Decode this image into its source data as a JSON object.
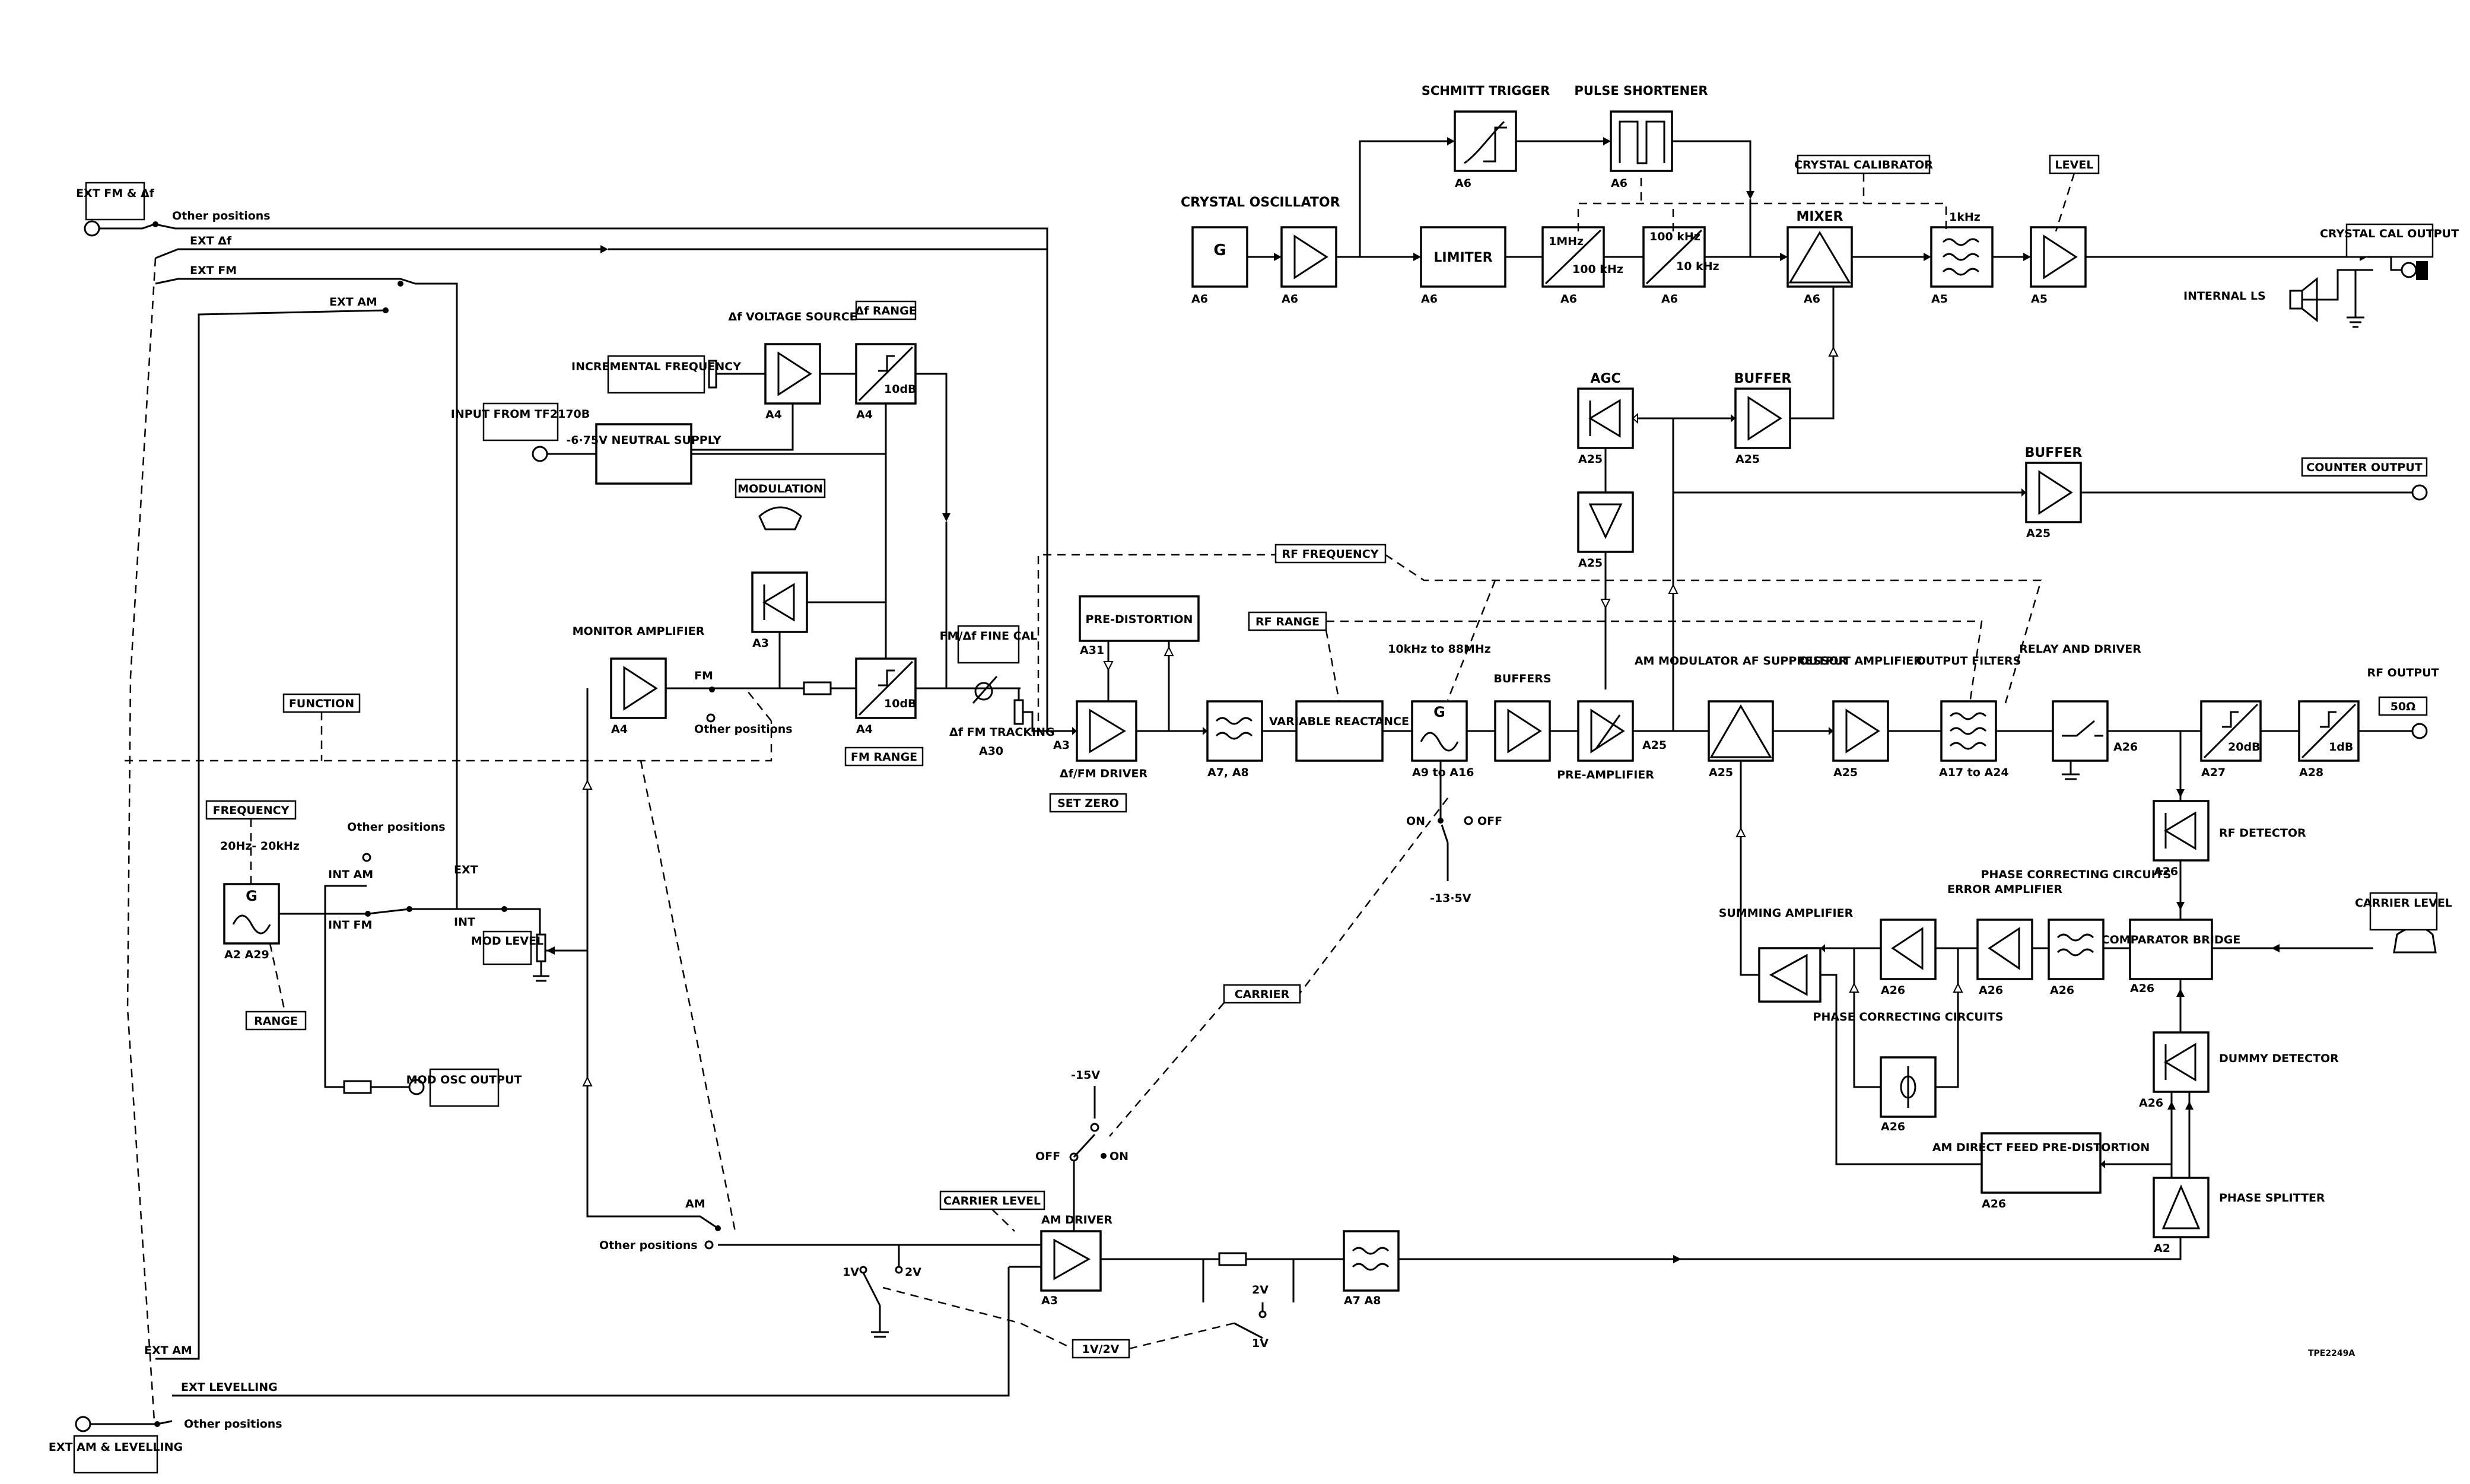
{
  "blocks": {
    "crystal_osc": {
      "title": "CRYSTAL OSCILLATOR",
      "glyph": "G",
      "ref": "A6"
    },
    "amp1": {
      "ref": "A6"
    },
    "limiter": {
      "title": "LIMITER",
      "ref": "A6"
    },
    "div1": {
      "top": "1MHz",
      "bottom": "100 kHz",
      "ref": "A6"
    },
    "div2": {
      "top": "100 kHz",
      "bottom": "10 kHz",
      "ref": "A6"
    },
    "mixer": {
      "title": "MIXER",
      "ref": "A6"
    },
    "schmitt": {
      "title": "SCHMITT TRIGGER",
      "ref": "A6"
    },
    "pulse": {
      "title": "PULSE SHORTENER",
      "ref": "A6"
    },
    "crystal_filter": {
      "title": "1kHz",
      "ref": "A5"
    },
    "level_amp": {
      "ref": "A5"
    },
    "agc": {
      "title": "AGC",
      "ref": "A25"
    },
    "buffer1": {
      "title": "BUFFER",
      "ref": "A25"
    },
    "buffer2": {
      "title": "BUFFER",
      "ref": "A25"
    },
    "agc_amp": {
      "ref": "A25"
    },
    "df_source": {
      "title": "Δf VOLTAGE SOURCE",
      "ref": "A4"
    },
    "df_range_att": {
      "title": "10dB",
      "ref": "A4"
    },
    "neutral": {
      "title": "-6·75V NEUTRAL SUPPLY"
    },
    "rectifier": {
      "ref": "A3"
    },
    "monitor": {
      "title": "MONITOR AMPLIFIER",
      "ref": "A4"
    },
    "fm_att": {
      "title": "10dB",
      "ref": "A4"
    },
    "predist": {
      "title": "PRE-DISTORTION",
      "ref": "A31"
    },
    "driver": {
      "title": "Δf/FM DRIVER",
      "ref": "A3"
    },
    "lpf1": {
      "ref": "A7, A8"
    },
    "varreact": {
      "title": "VARIABLE REACTANCE"
    },
    "osc": {
      "glyph": "G",
      "title": "10kHz to 88MHz",
      "ref": "A9 to A16"
    },
    "buffers": {
      "title": "BUFFERS"
    },
    "preamp": {
      "title": "PRE-AMPLIFIER",
      "ref": "A25"
    },
    "am_mod": {
      "title": "AM MODULATOR AF SUPPRESSOR",
      "ref": "A25"
    },
    "out_amp": {
      "title": "OUTPUT AMPLIFIER",
      "ref": "A25"
    },
    "out_filt": {
      "title": "OUTPUT FILTERS",
      "ref": "A17 to A24"
    },
    "relay": {
      "title": "RELAY AND DRIVER",
      "ref": "A26"
    },
    "att20": {
      "title": "20dB",
      "ref": "A27"
    },
    "att1": {
      "title": "1dB",
      "ref": "A28"
    },
    "rf_det": {
      "title": "RF DETECTOR",
      "ref": "A26"
    },
    "comparator": {
      "title": "COMPARATOR BRIDGE",
      "ref": "A26"
    },
    "phase_corr1": {
      "title": "PHASE CORRECTING CIRCUITS",
      "ref": "A26"
    },
    "error_amp": {
      "title": "ERROR AMPLIFIER",
      "ref": "A26"
    },
    "amp_a26": {
      "ref": "A26"
    },
    "summing": {
      "title": "SUMMING AMPLIFIER"
    },
    "phase_corr2": {
      "title": "PHASE CORRECTING CIRCUITS",
      "ref": "A26"
    },
    "dummy_det": {
      "title": "DUMMY DETECTOR",
      "ref": "A26"
    },
    "am_direct": {
      "title": "AM DIRECT FEED PRE-DISTORTION",
      "ref": "A26"
    },
    "phase_split": {
      "title": "PHASE SPLITTER",
      "ref": "A2"
    },
    "mod_osc": {
      "title": "20Hz- 20kHz",
      "glyph": "G",
      "ref": "A2 A29"
    },
    "am_driver": {
      "title": "AM DRIVER",
      "ref": "A3"
    },
    "lpf2": {
      "ref": "A7 A8"
    }
  },
  "tags": {
    "ext_fm_df": "EXT FM & Δf",
    "ext_am_lev": "EXT AM & LEVELLING",
    "incremental": "INCREMENTAL FREQUENCY",
    "input_from": "INPUT FROM TF2170B",
    "df_range": "Δf RANGE",
    "modulation": "MODULATION",
    "function": "FUNCTION",
    "frequency": "FREQUENCY",
    "range": "RANGE",
    "mod_level": "MOD LEVEL",
    "mod_osc_out": "MOD OSC OUTPUT",
    "fm_range": "FM RANGE",
    "fine_cal": "FM/Δf FINE CAL",
    "set_zero": "SET ZERO",
    "rf_freq": "RF FREQUENCY",
    "rf_range": "RF RANGE",
    "carrier": "CARRIER",
    "carrier_level": "CARRIER LEVEL",
    "v1v2": "1V/2V",
    "crystal_cal": "CRYSTAL CALIBRATOR",
    "level": "LEVEL",
    "crystal_cal_out": "CRYSTAL CAL OUTPUT",
    "counter_out": "COUNTER OUTPUT",
    "rf_out": "RF OUTPUT",
    "ohm": "50Ω",
    "carrier_level_r": "CARRIER LEVEL"
  },
  "labels": {
    "other_pos": "Other positions",
    "ext_df": "EXT Δf",
    "ext_fm": "EXT FM",
    "ext_am": "EXT AM",
    "ext_am2": "EXT AM",
    "ext_levelling": "EXT LEVELLING",
    "other_pos2": "Other positions",
    "int_am": "INT AM",
    "int_fm": "INT FM",
    "int": "INT",
    "ext": "EXT",
    "other_positions_sw": "Other positions",
    "fm": "FM",
    "other_positions_fm": "Other positions",
    "am": "AM",
    "other_positions_am": "Other positions",
    "df_fm_tracking": "Δf FM TRACKING",
    "a30": "A30",
    "on": "ON",
    "off": "OFF",
    "m135": "-13·5V",
    "m15": "-15V",
    "off2": "OFF",
    "on2": "ON",
    "v1": "1V",
    "v2": "2V",
    "v2b": "2V",
    "v1b": "1V",
    "internal_ls": "INTERNAL LS",
    "ref_code": "TPE2249A"
  }
}
